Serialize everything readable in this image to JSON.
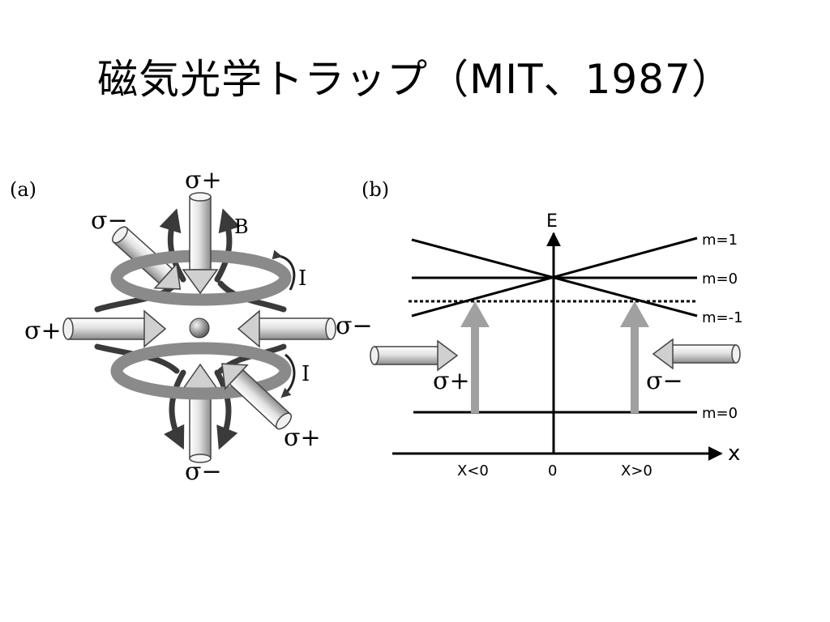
{
  "title": "磁気光学トラップ（MIT、1987）",
  "panel_a": {
    "label": "(a)",
    "beam_top": "σ+",
    "beam_upper_left": "σ−",
    "beam_left": "σ+",
    "beam_right": "σ−",
    "beam_lower_right": "σ+",
    "beam_bottom": "σ−",
    "field_label": "B",
    "current_top": "I",
    "current_bottom": "I"
  },
  "panel_b": {
    "label": "(b)",
    "y_axis": "E",
    "x_axis": "x",
    "level_m_plus1": "m=1",
    "level_m0_upper": "m=0",
    "level_m_minus1": "m=-1",
    "level_m0_lower": "m=0",
    "tick_left": "X<0",
    "tick_center": "0",
    "tick_right": "X>0",
    "transition_left": "σ+",
    "transition_right": "σ−"
  },
  "colors": {
    "coil": "#8a8a8a",
    "field_lines": "#3a3a3a",
    "beam": "#d4d4d4",
    "transition_arrow": "#a0a0a0"
  }
}
